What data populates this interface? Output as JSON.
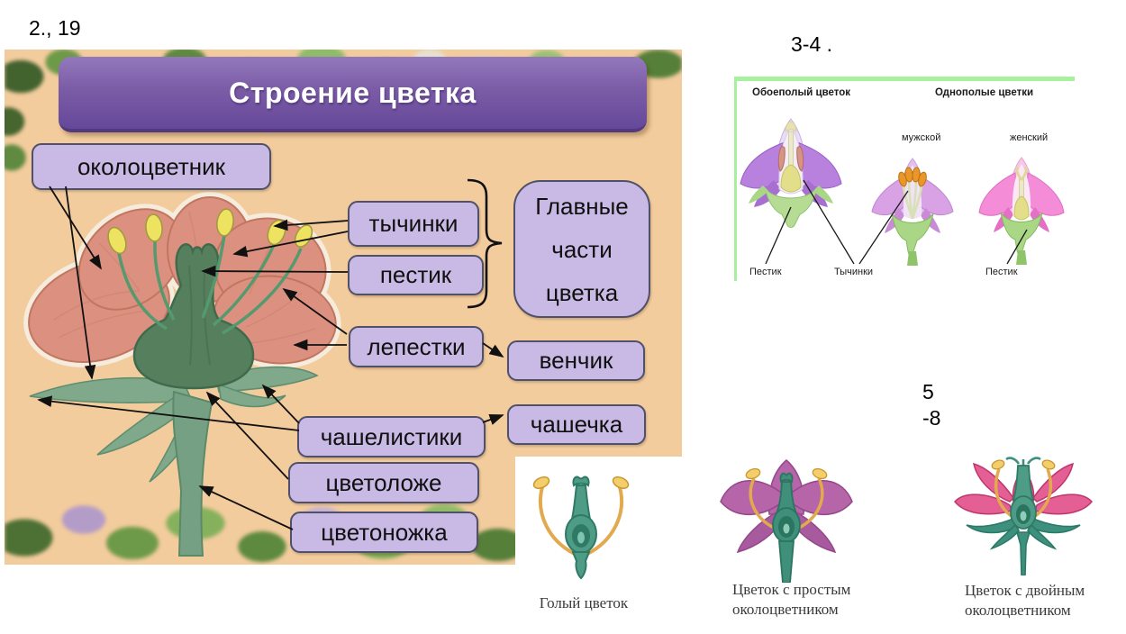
{
  "notes": {
    "top_left": "2., 19",
    "top_right": "3-4 .",
    "mid_right_line1": "5",
    "mid_right_line2": "-8"
  },
  "slide": {
    "title": "Строение цветка",
    "labels": {
      "perianth": "околоцветник",
      "stamens": "тычинки",
      "pistil": "пестик",
      "main_parts": "Главные части цветка",
      "petals": "лепестки",
      "corolla": "венчик",
      "sepals": "чашелистики",
      "calyx": "чашечка",
      "receptacle": "цветоложе",
      "pedicel": "цветоножка"
    }
  },
  "sex_panel": {
    "bisexual_heading": "Обоеполый цветок",
    "unisexual_heading": "Однополые цветки",
    "male_label": "мужской",
    "female_label": "женский",
    "pistil_left": "Пестик",
    "stamens_label": "Тычинки",
    "pistil_right": "Пестик"
  },
  "perianth_types": {
    "naked": "Голый цветок",
    "simple_line1": "Цветок с простым",
    "simple_line2": "околоцветником",
    "double_line1": "Цветок с двойным",
    "double_line2": "околоцветником"
  },
  "colors": {
    "slide_bg": "#F3CC9D",
    "accent_purple": "#7A5CA6",
    "label_box": "#C9B9E5",
    "label_border": "#50506A",
    "panel_green": "#A6F29C",
    "petal_salmon": "#DC9080",
    "leaf_green": "#7FA98A",
    "pistil_green": "#567F5E",
    "anther_yellow": "#EDE360",
    "arrow_black": "#111111"
  }
}
